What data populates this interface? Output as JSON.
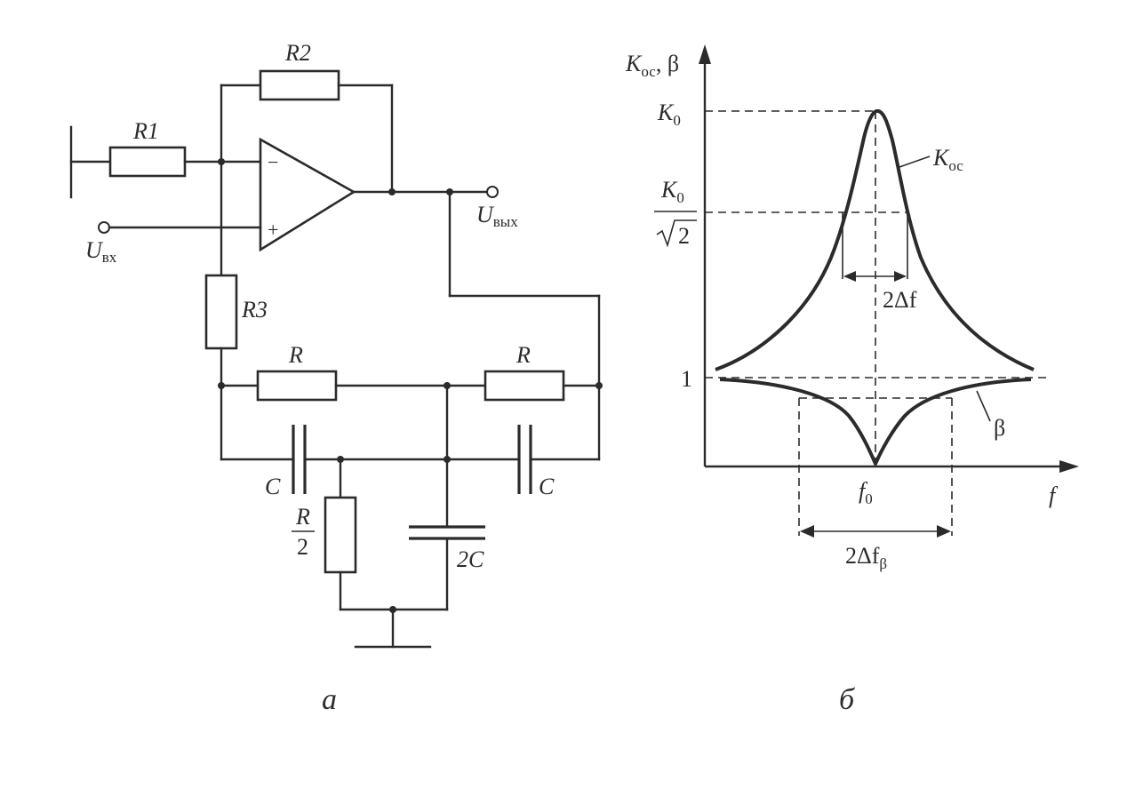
{
  "circuit": {
    "caption": "а",
    "labels": {
      "r1": "R1",
      "r2": "R2",
      "r3": "R3",
      "r_left": "R",
      "r_right": "R",
      "c_left": "C",
      "c_right": "C",
      "r_half_num": "R",
      "r_half_den": "2",
      "c_double": "2C",
      "minus": "−",
      "plus": "+",
      "u_in": "U",
      "u_in_sub": "вх",
      "u_out": "U",
      "u_out_sub": "вых"
    }
  },
  "graph": {
    "caption": "б",
    "y_axis_label": "K",
    "y_axis_label_sub": "ос",
    "y_axis_label_tail": ", β",
    "x_axis_label": "f",
    "k0": "K",
    "k0_sub": "0",
    "k0_sqrt2_num": "K",
    "k0_sqrt2_num_sub": "0",
    "k0_sqrt2_den": "2",
    "one": "1",
    "koc": "K",
    "koc_sub": "ос",
    "beta": "β",
    "f0": "f",
    "f0_sub": "0",
    "bw_k": "2Δf",
    "bw_beta": "2Δf",
    "bw_beta_sub": "β"
  }
}
